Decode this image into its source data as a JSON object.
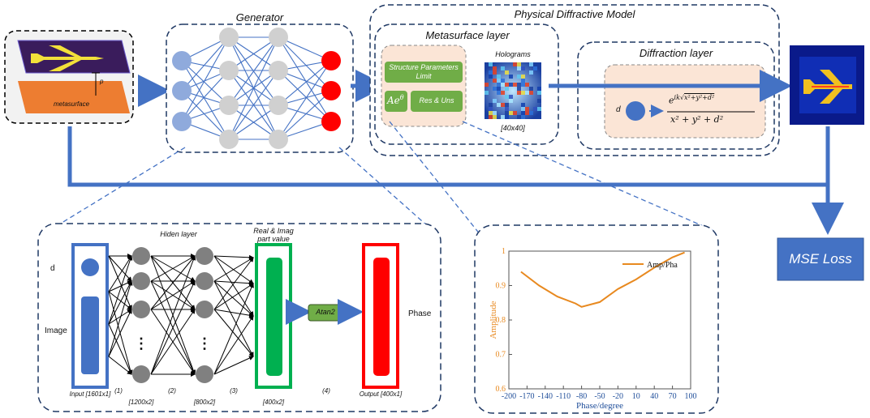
{
  "generator": {
    "title": "Generator"
  },
  "physical_model": {
    "title": "Physical Diffractive Model",
    "metasurface_title": "Metasurface layer",
    "structure_box": "Structure Parameters Limit",
    "ae_theta": "Ae",
    "ae_theta_sup": "θ",
    "res_uns": "Res & Uns",
    "holograms_label": "Holograms",
    "holograms_size": "[40x40]",
    "diffraction_title": "Diffraction layer",
    "d_label": "d"
  },
  "input_panel": {
    "metasurface_label": "metasurface",
    "p_label": "p"
  },
  "loss": {
    "label": "MSE Loss"
  },
  "network": {
    "hidden_title": "Hiden layer",
    "real_imag_title": "Real & Imag part value",
    "d_label": "d",
    "image_label": "Image",
    "phase_label": "Phase",
    "atan2_label": "Atan2",
    "dots": "⋮",
    "layer_labels": [
      "Input [1601x1]",
      "[1200x2]",
      "[800x2]",
      "[400x2]",
      "Output [400x1]"
    ],
    "step_labels": [
      "(1)",
      "(2)",
      "(3)",
      "(4)"
    ]
  },
  "chart_data": {
    "type": "line",
    "legend": "Amp/Pha",
    "xlabel": "Phase/degree",
    "ylabel": "Amplitude",
    "x_ticks": [
      -200,
      -170,
      -140,
      -110,
      -80,
      -50,
      -20,
      10,
      40,
      70,
      100
    ],
    "y_ticks": [
      0.6,
      0.7,
      0.8,
      0.9,
      1
    ],
    "xlim": [
      -200,
      100
    ],
    "ylim": [
      0.6,
      1
    ],
    "legend_position": "top-right",
    "series": [
      {
        "name": "Amp/Pha",
        "x": [
          -180,
          -150,
          -120,
          -90,
          -80,
          -50,
          -20,
          10,
          40,
          70,
          90
        ],
        "y": [
          0.94,
          0.9,
          0.868,
          0.848,
          0.838,
          0.852,
          0.89,
          0.918,
          0.952,
          0.982,
          0.996
        ]
      }
    ],
    "colors": {
      "line": "#E8891F",
      "axis_text": "#1f4e9a",
      "label_text": "#E8891F"
    }
  }
}
